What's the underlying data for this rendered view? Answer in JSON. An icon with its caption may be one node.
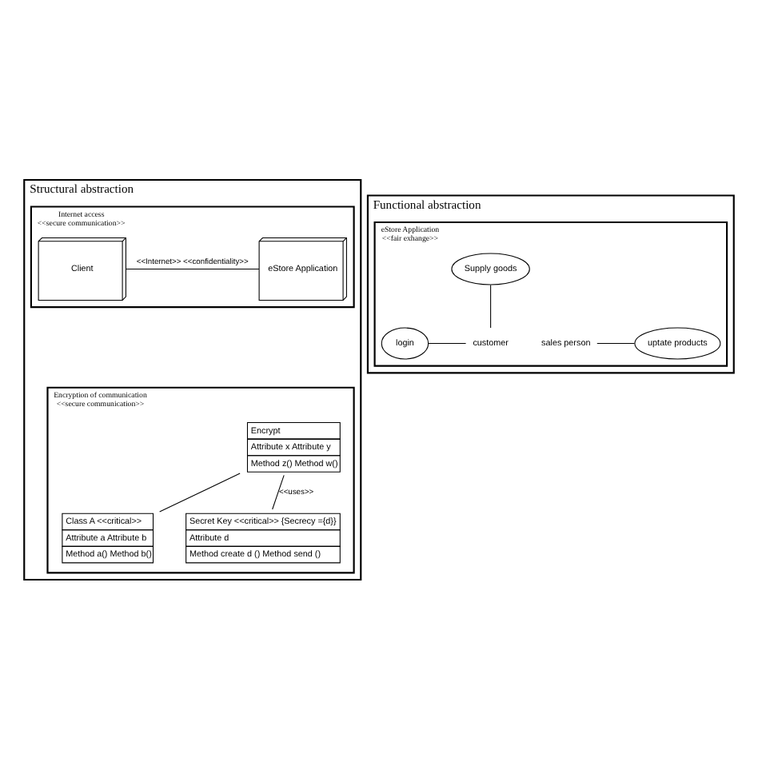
{
  "diagram": {
    "nodes": [
      {
        "text": [
          "Functional abstraction"
        ]
      },
      {
        "text": [
          "eStore Application",
          "<<fair exhange>>"
        ],
        "in": 0
      },
      {
        "text": [
          "sales person"
        ],
        "in": 1
      },
      {
        "text": [
          "uptate products"
        ],
        "in": 1
      },
      {
        "text": [
          "login"
        ],
        "in": 1
      },
      {
        "text": [
          "Supply goods"
        ],
        "in": 1
      },
      {
        "text": [
          "customer"
        ],
        "in": 1
      },
      {
        "text": [
          "Structural abstraction"
        ]
      },
      {
        "text": [
          "Encryption of communication",
          "<<secure communication>>"
        ],
        "in": 7
      },
      {
        "text": [
          "Encrypt",
          "Attribute x Attribute y",
          "Method z() Method w()"
        ],
        "in": 8
      },
      {
        "text": [
          "Class A <<critical>>",
          "Attribute a Attribute b",
          "Method a() Method b()"
        ],
        "in": 8
      },
      {
        "text": [
          "Secret Key <<critical>> {Secrecy ={d}}",
          "Attribute d",
          "Method create d () Method send ()"
        ],
        "in": 8
      },
      {
        "text": [
          "Internet access",
          "<<secure communication>>"
        ],
        "in": 7
      },
      {
        "text": [
          "Client"
        ],
        "in": 12
      },
      {
        "text": [
          "eStore Application"
        ],
        "in": 12
      }
    ],
    "edges": [
      {
        "from": 2,
        "to": 3,
        "arrow": "none"
      },
      {
        "from": 4,
        "to": 6,
        "arrow": "none"
      },
      {
        "from": 5,
        "to": 6,
        "arrow": "none"
      },
      {
        "from": 9,
        "to": 10,
        "arrow": "none"
      },
      {
        "from": 9,
        "to": 11,
        "arrow": "none",
        "label": "<<uses>>"
      },
      {
        "from": 13,
        "to": 14,
        "arrow": "none",
        "label": "<<Internet>> <<confidentiality>>"
      }
    ]
  }
}
